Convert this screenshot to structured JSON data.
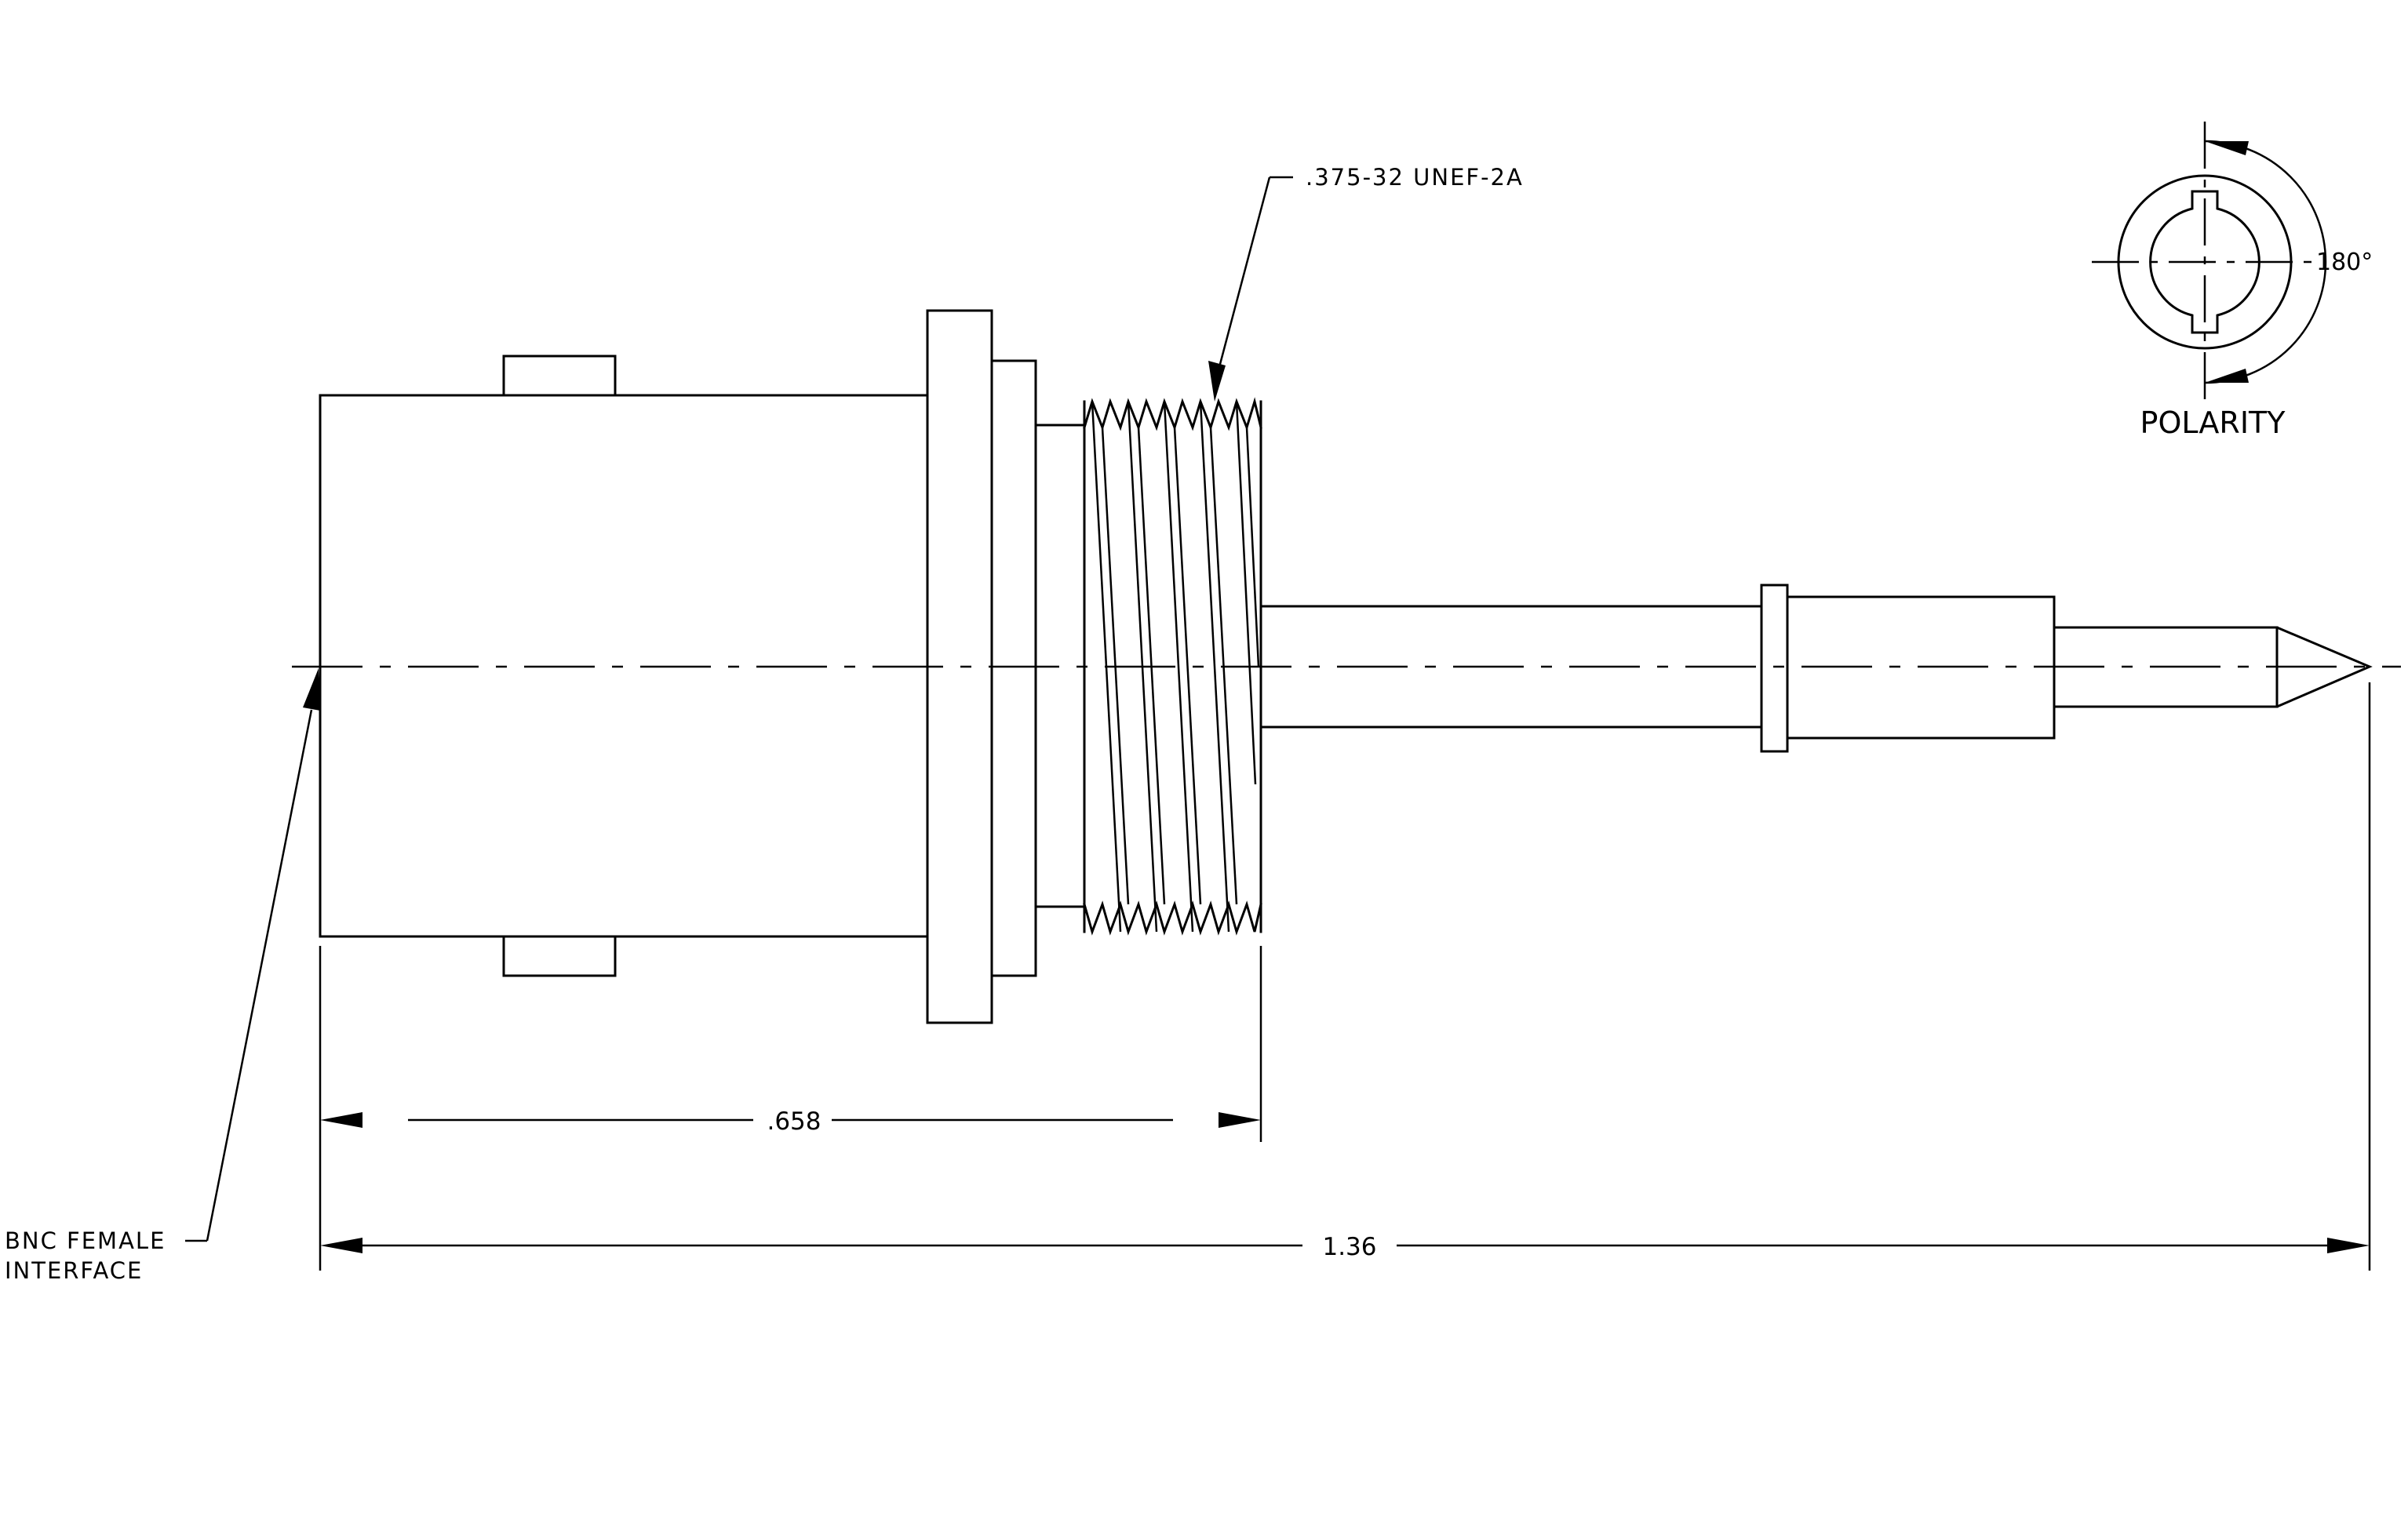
{
  "labels": {
    "thread_spec": ".375-32 UNEF-2A",
    "interface_line1": "BNC FEMALE",
    "interface_line2": "INTERFACE",
    "polarity_title": "POLARITY",
    "polarity_angle": "180°"
  },
  "dimensions": {
    "overall_length": "1.36",
    "body_length": ".658"
  }
}
